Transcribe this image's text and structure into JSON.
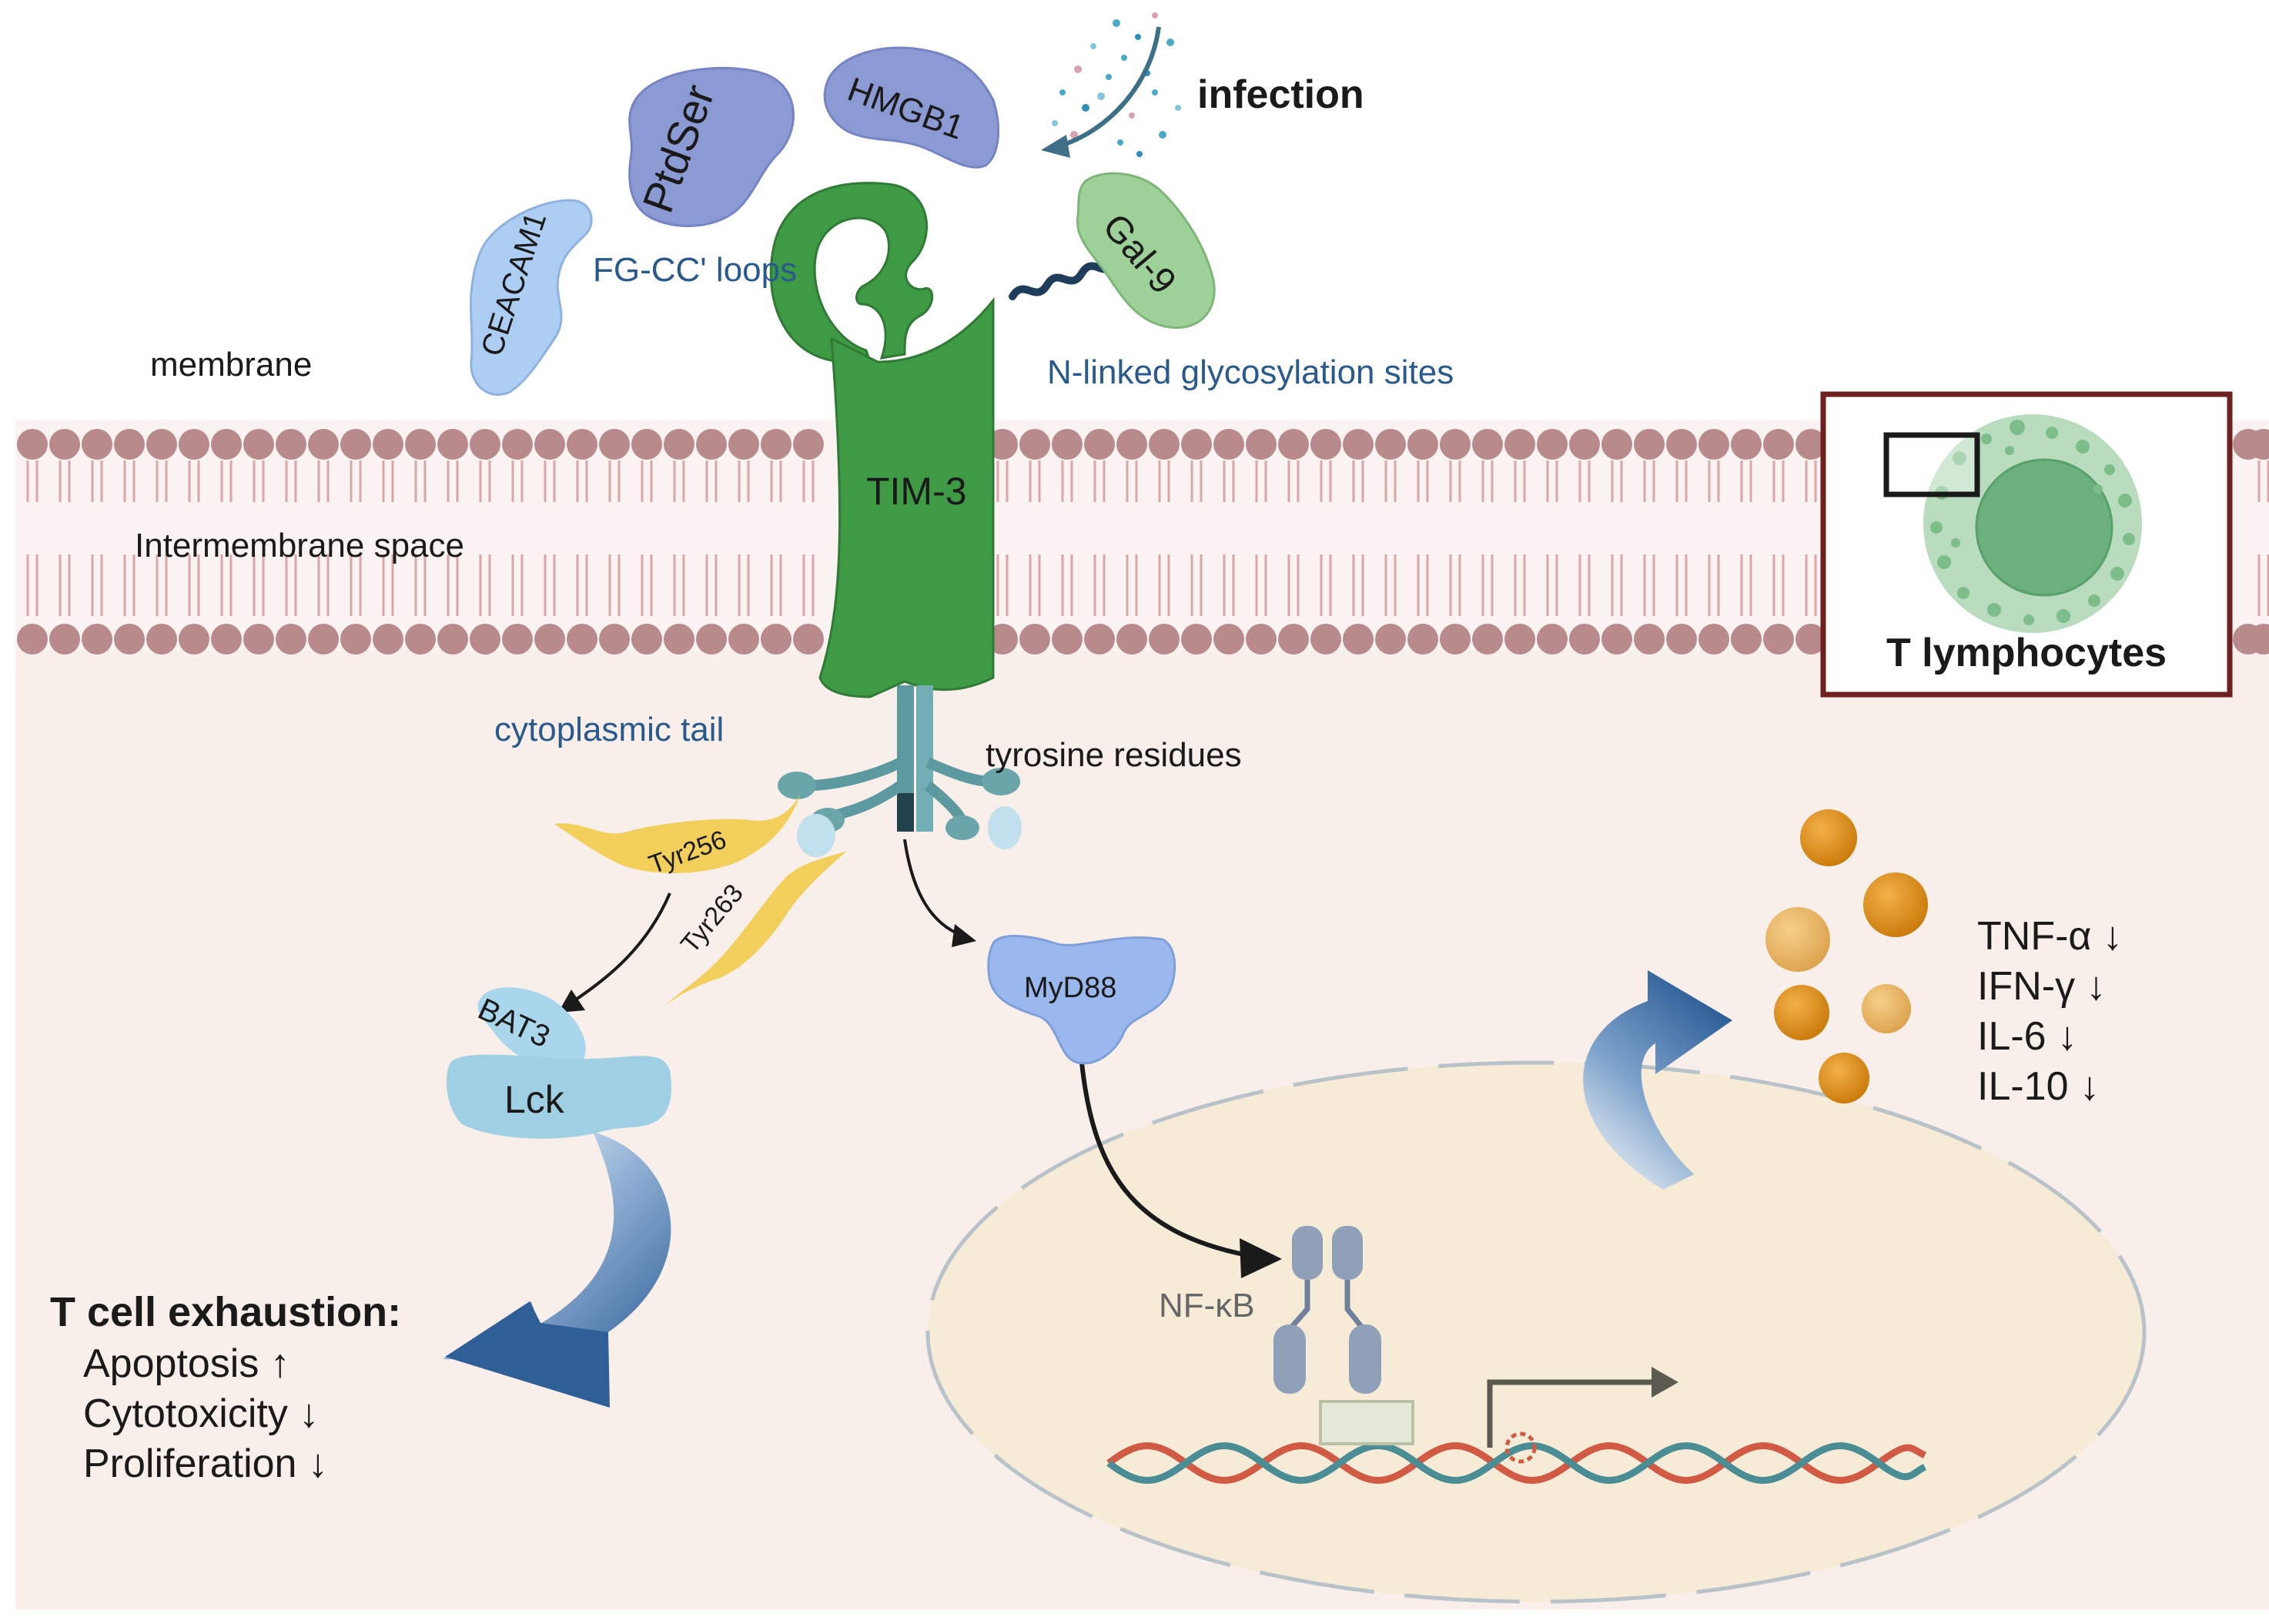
{
  "labels": {
    "infection": "infection",
    "membrane": "membrane",
    "intermembrane": "Intermembrane space",
    "fg_loops": "FG-CC' loops",
    "n_linked": "N-linked glycosylation sites",
    "cytoplasmic_tail": "cytoplasmic tail",
    "tyrosine_residues": "tyrosine residues",
    "tim3": "TIM-3",
    "nfkb": "NF-κB"
  },
  "ligands": {
    "ceacam1": "CEACAM1",
    "ptdser": "PtdSer",
    "hmgb1": "HMGB1",
    "gal9": "Gal-9"
  },
  "signaling": {
    "tyr256": "Tyr256",
    "tyr263": "Tyr263",
    "bat3": "BAT3",
    "lck": "Lck",
    "myd88": "MyD88"
  },
  "inset": {
    "title": "T lymphocytes"
  },
  "exhaustion": {
    "title": "T cell exhaustion:",
    "items": [
      "Apoptosis ↑",
      "Cytotoxicity ↓",
      "Proliferation ↓"
    ]
  },
  "cytokines": {
    "items": [
      "TNF-α ↓",
      "IFN-γ ↓",
      "IL-6 ↓",
      "IL-10 ↓"
    ]
  },
  "colors": {
    "tim3_green": "#3f9a45",
    "cytoplasm": "#f8eeea",
    "nucleus": "#f6ebd6",
    "phospholipid_head": "#b88a8c",
    "inset_border": "#6e2020",
    "arrow_blue": "#3a6aa0",
    "cytokine_orange": "#d98a14"
  }
}
